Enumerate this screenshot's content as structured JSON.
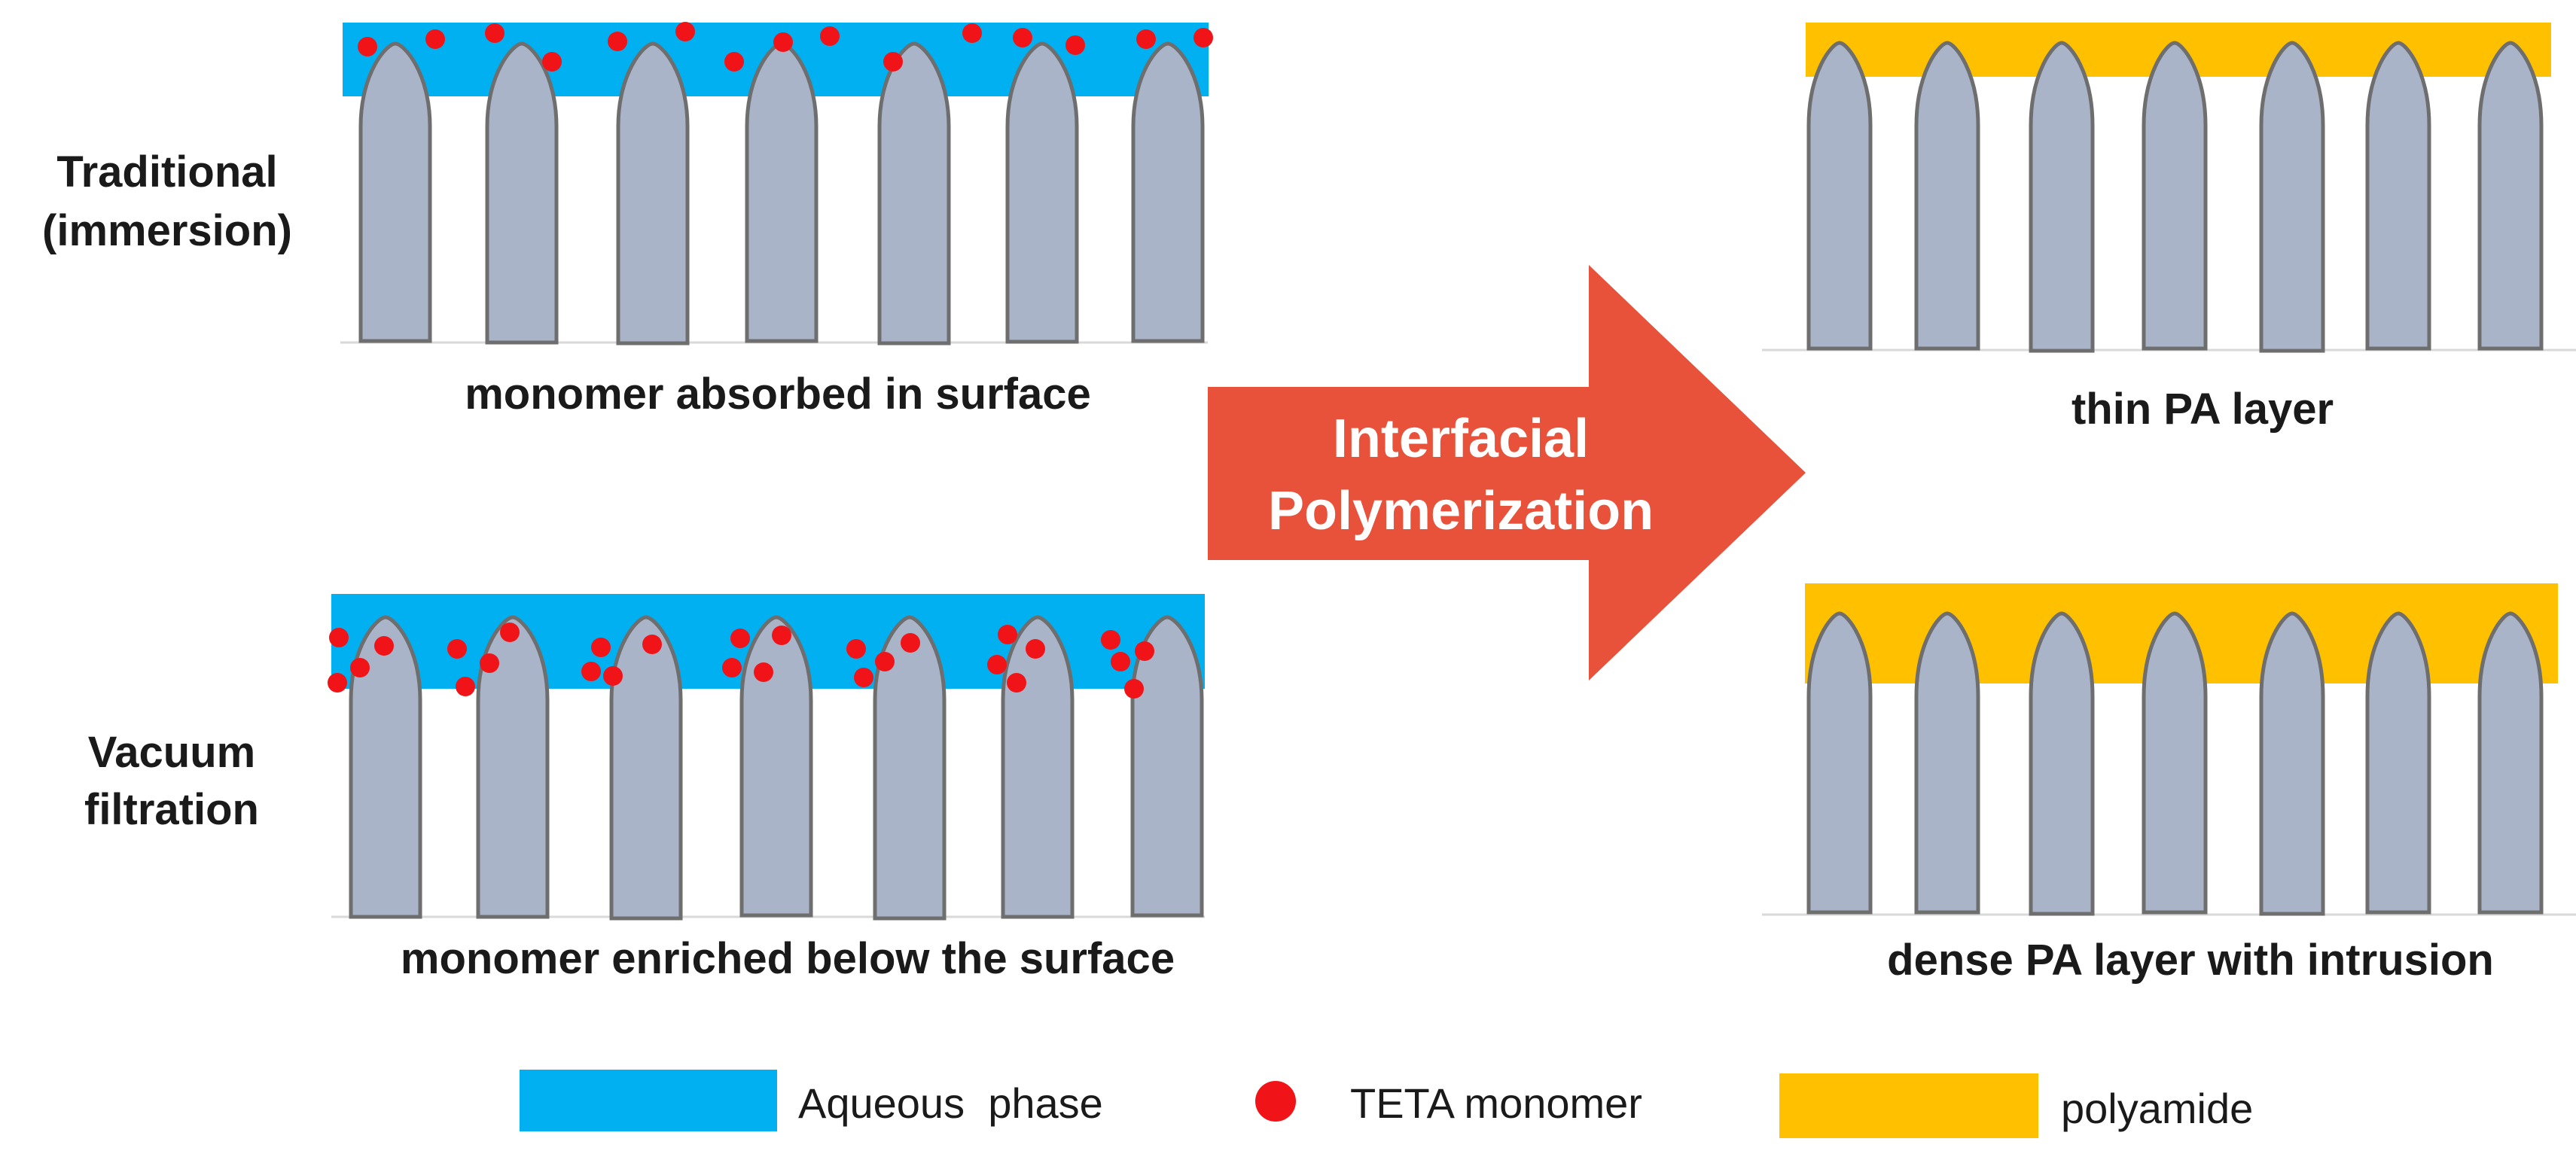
{
  "row_labels": {
    "traditional": [
      "Traditional",
      "(immersion)"
    ],
    "vacuum": [
      "Vacuum",
      "filtration"
    ]
  },
  "captions": {
    "top_left": "monomer absorbed in surface",
    "bottom_left": "monomer enriched below the surface",
    "top_right": "thin PA layer",
    "bottom_right": "dense PA layer with intrusion"
  },
  "arrow": {
    "line1": "Interfacial",
    "line2": "Polymerization"
  },
  "legend": {
    "aqueous": "Aqueous  phase",
    "teta": "TETA monomer",
    "polyamide": "polyamide"
  },
  "colors": {
    "aqueous": "#00b0f0",
    "teta": "#f01418",
    "polyamide": "#ffc000",
    "pillar_fill": "#aab4c8",
    "pillar_stroke": "#6e6e6e",
    "arrow": "#e8513a"
  }
}
